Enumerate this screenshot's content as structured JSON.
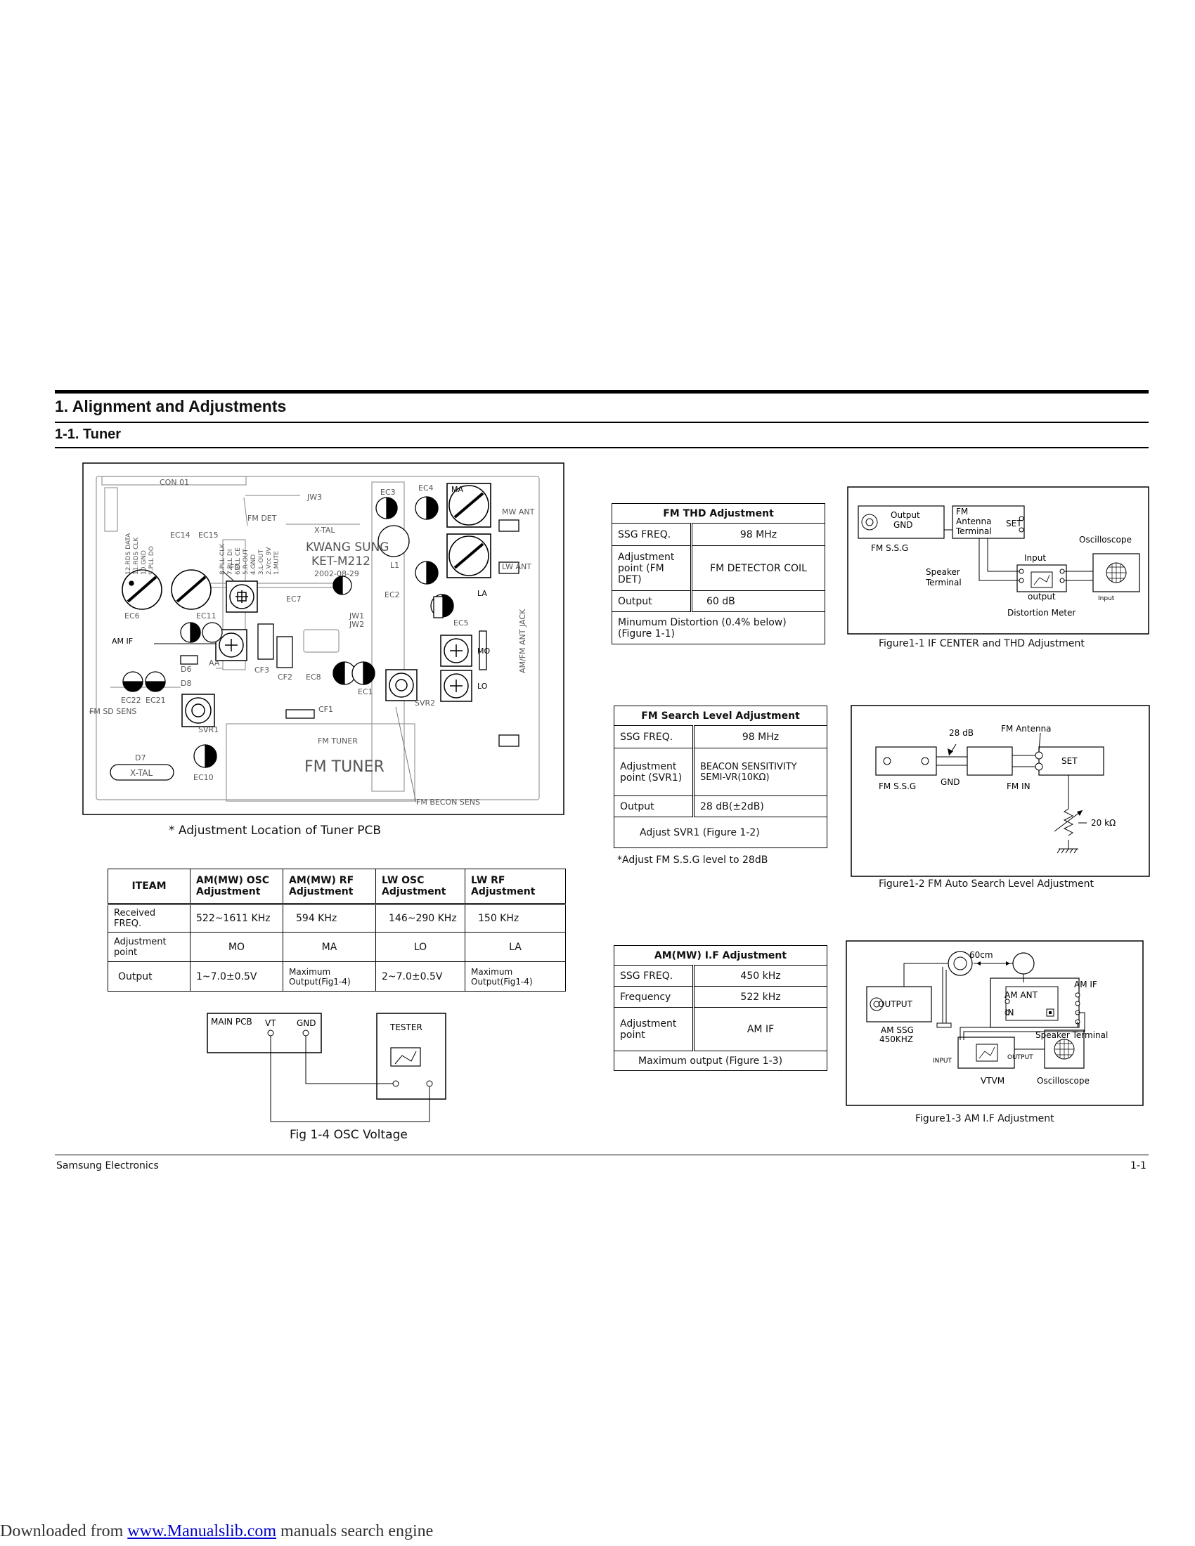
{
  "section": {
    "title": "1. Alignment and Adjustments",
    "subtitle": "1-1. Tuner"
  },
  "pcb": {
    "caption": "* Adjustment Location of Tuner PCB",
    "labels": {
      "con": "CON 01",
      "fmdet": "FM DET",
      "jw3": "JW3",
      "xtal_top": "X-TAL",
      "ec3": "EC3",
      "ec4": "EC4",
      "ma": "MA",
      "mwant": "MW ANT",
      "lwant": "LW ANT",
      "ec14": "EC14",
      "ec15": "EC15",
      "fd": "FD",
      "kwang": "KWANG SUNG",
      "ket": "KET-M212",
      "date": "2002-08-29",
      "l1": "L1",
      "ec2": "EC2",
      "ec7": "EC7",
      "jw1": "JW1",
      "jw2": "JW2",
      "la": "LA",
      "ec6": "EC6",
      "ec11": "EC11",
      "ec5": "EC5",
      "amif": "AM IF",
      "d6": "D6",
      "aa": "AA",
      "cf3": "CF3",
      "cf2": "CF2",
      "ec8": "EC8",
      "ec1": "EC1",
      "svr2": "SVR2",
      "mo": "MO",
      "lo": "LO",
      "ec22": "EC22",
      "ec21": "EC21",
      "d8": "D8",
      "fmsd": "FM SD SENS",
      "cf1": "CF1",
      "svr1": "SVR1",
      "fmtuner_small": "FM TUNER",
      "fmtuner": "FM TUNER",
      "d7": "D7",
      "xtal": "X-TAL",
      "ec10": "EC10",
      "beacon": "FM BECON SENS",
      "jack": "AM/FM ANT JACK",
      "pins": [
        "12.RDS DATA",
        "11.RDS CLK",
        "10.GND",
        "9.PLL DO",
        "8.PLL CLK",
        "7.PLL DI",
        "6.PLL CE",
        "5.R-OUT",
        "4.GND",
        "3.L-OUT",
        "2.Vcc 9V",
        "1.MUTE"
      ]
    }
  },
  "main_table": {
    "headers": [
      "ITEAM",
      "AM(MW) OSC Adjustment",
      "AM(MW) RF Adjustment",
      "LW OSC Adjustment",
      "LW RF Adjustment"
    ],
    "rows": [
      [
        "Received FREQ.",
        "522~1611 KHz",
        "594 KHz",
        "146~290 KHz",
        "150 KHz"
      ],
      [
        "Adjustment point",
        "MO",
        "MA",
        "LO",
        "LA"
      ],
      [
        "Output",
        "1~7.0±0.5V",
        "Maximum Output(Fig1-4)",
        "2~7.0±0.5V",
        "Maximum Output(Fig1-4)"
      ]
    ]
  },
  "fig14": {
    "main_pcb": "MAIN PCB",
    "vt": "VT",
    "gnd": "GND",
    "tester": "TESTER",
    "caption": "Fig 1-4 OSC Voltage"
  },
  "fm_thd": {
    "title": "FM THD Adjustment",
    "rows": [
      [
        "SSG FREQ.",
        "98 MHz"
      ],
      [
        "Adjustment point (FM DET)",
        "FM DETECTOR COIL"
      ],
      [
        "Output",
        "60 dB"
      ]
    ],
    "note": "Minumum Distortion (0.4% below) (Figure 1-1)"
  },
  "fig11": {
    "output": "Output",
    "gnd": "GND",
    "fm": "FM",
    "antenna": "Antenna",
    "terminal": "Terminal",
    "set": "SET",
    "ssg": "FM S.S.G",
    "oscilloscope": "Oscilloscope",
    "input": "Input",
    "speaker": "Speaker",
    "terminal2": "Terminal",
    "outputlow": "output",
    "input_small": "Input",
    "distortion": "Distortion Meter",
    "caption": "Figure1-1  IF CENTER and THD Adjustment"
  },
  "fm_search": {
    "title": "FM Search Level Adjustment",
    "rows": [
      [
        "SSG FREQ.",
        "98 MHz"
      ],
      [
        "Adjustment point (SVR1)",
        "BEACON SENSITIVITY SEMI-VR(10KΩ)"
      ],
      [
        "Output",
        "28 dB(±2dB)"
      ]
    ],
    "note": "Adjust SVR1  (Figure 1-2)",
    "footnote": "*Adjust FM S.S.G level to 28dB"
  },
  "fig12": {
    "db": "28 dB",
    "fmantenna": "FM Antenna",
    "set": "SET",
    "ssg": "FM S.S.G",
    "gnd": "GND",
    "fmin": "FM IN",
    "res": "20 kΩ",
    "caption": "Figure1-2  FM Auto Search Level Adjustment"
  },
  "am_if": {
    "title": "AM(MW) I.F Adjustment",
    "rows": [
      [
        "SSG FREQ.",
        "450 kHz"
      ],
      [
        "Frequency",
        "522 kHz"
      ],
      [
        "Adjustment point",
        "AM IF"
      ]
    ],
    "note": "Maximum output (Figure 1-3)"
  },
  "fig13": {
    "cm": "60cm",
    "amif": "AM IF",
    "output": "OUTPUT",
    "amant": "AM ANT",
    "in": "IN",
    "amssg": "AM SSG",
    "khz": "450KHZ",
    "speaker": "Speaker Terminal",
    "input": "INPUT",
    "outlbl": "OUTPUT",
    "vtvm": "VTVM",
    "osc": "Oscilloscope",
    "caption": "Figure1-3  AM I.F Adjustment"
  },
  "footer": {
    "left": "Samsung Electronics",
    "right": "1-1"
  },
  "download": {
    "prefix": "Downloaded from ",
    "link": "www.Manualslib.com",
    "suffix": " manuals search engine"
  }
}
